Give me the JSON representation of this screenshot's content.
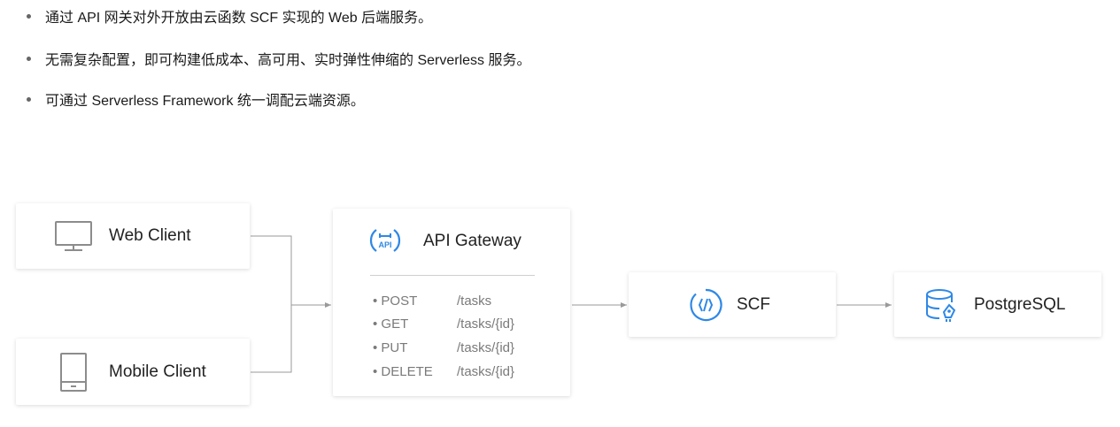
{
  "bullets": [
    "通过 API 网关对外开放由云函数 SCF 实现的 Web 后端服务。",
    "无需复杂配置，即可构建低成本、高可用、实时弹性伸缩的 Serverless 服务。",
    "可通过 Serverless Framework 统一调配云端资源。"
  ],
  "diagram": {
    "web_client": "Web Client",
    "mobile_client": "Mobile Client",
    "api_gateway": {
      "title": "API Gateway",
      "icon_text": "API",
      "routes": [
        {
          "method": "• POST",
          "path": "/tasks"
        },
        {
          "method": "• GET",
          "path": "/tasks/{id}"
        },
        {
          "method": "• PUT",
          "path": "/tasks/{id}"
        },
        {
          "method": "• DELETE",
          "path": "/tasks/{id}"
        }
      ]
    },
    "scf": "SCF",
    "database": "PostgreSQL"
  },
  "colors": {
    "accent": "#2f88e6",
    "icon_gray": "#8c8c8c",
    "line": "#9a9a9a"
  },
  "icons": [
    "monitor-icon",
    "tablet-icon",
    "api-gateway-icon",
    "scf-function-icon",
    "database-icon"
  ]
}
